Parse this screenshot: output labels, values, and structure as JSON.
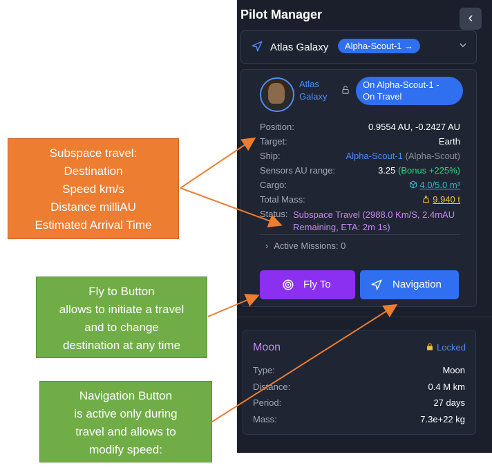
{
  "panel": {
    "title": "Pilot Manager",
    "collapse_glyph": "‹",
    "galaxy_bar": {
      "galaxy_name": "Atlas Galaxy",
      "ship_pill": "Alpha-Scout-1 →",
      "chevron": "⌄"
    },
    "pilot": {
      "name_line1": "Atlas",
      "name_line2": "Galaxy",
      "status_line1": "On Alpha-Scout-1 -",
      "status_line2": "On Travel",
      "rows": {
        "position_label": "Position:",
        "position_value": "0.9554 AU, -0.2427 AU",
        "target_label": "Target:",
        "target_value": "Earth",
        "ship_label": "Ship:",
        "ship_name": "Alpha-Scout-1",
        "ship_class": "(Alpha-Scout)",
        "sensors_label": "Sensors AU range:",
        "sensors_value": "3.25",
        "sensors_bonus": "(Bonus +225%)",
        "cargo_label": "Cargo:",
        "cargo_value": "4.0/5.0 m³",
        "mass_label": "Total Mass:",
        "mass_value": "9.940 t",
        "status_label": "Status:",
        "status_value": "Subspace Travel (2988.0 Km/S, 2.4mAU Remaining, ETA: 2m 1s)"
      },
      "missions": "Active Missions: 0",
      "missions_chevron": "›",
      "fly_button": "Fly To",
      "nav_button": "Navigation"
    },
    "moon": {
      "title": "Moon",
      "locked": "Locked",
      "type_label": "Type:",
      "type_value": "Moon",
      "distance_label": "Distance:",
      "distance_value": "0.4 M km",
      "period_label": "Period:",
      "period_value": "27 days",
      "mass_label": "Mass:",
      "mass_value": "7.3e+22 kg"
    }
  },
  "callouts": {
    "subspace": [
      "Subspace travel:",
      "Destination",
      "Speed km/s",
      "Distance milliAU",
      "Estimated Arrival Time"
    ],
    "fly": [
      "Fly to Button",
      "allows to initiate a travel",
      "and to change",
      "destination at any time"
    ],
    "navigation": [
      "Navigation Button",
      "is active only during",
      "travel and allows to",
      "modify speed:"
    ]
  },
  "colors": {
    "panel_bg": "#1a1f2b",
    "accent_blue": "#2f6ff0",
    "accent_purple": "#8b2ff0",
    "callout_orange": "#ed7d31",
    "callout_green": "#70ad47",
    "arrow": "#ed7d31"
  },
  "icons": [
    "chevron-left-icon",
    "navigation-arrow-icon",
    "chevron-down-icon",
    "lock-icon",
    "cube-icon",
    "weight-icon",
    "target-icon",
    "padlock-icon"
  ]
}
